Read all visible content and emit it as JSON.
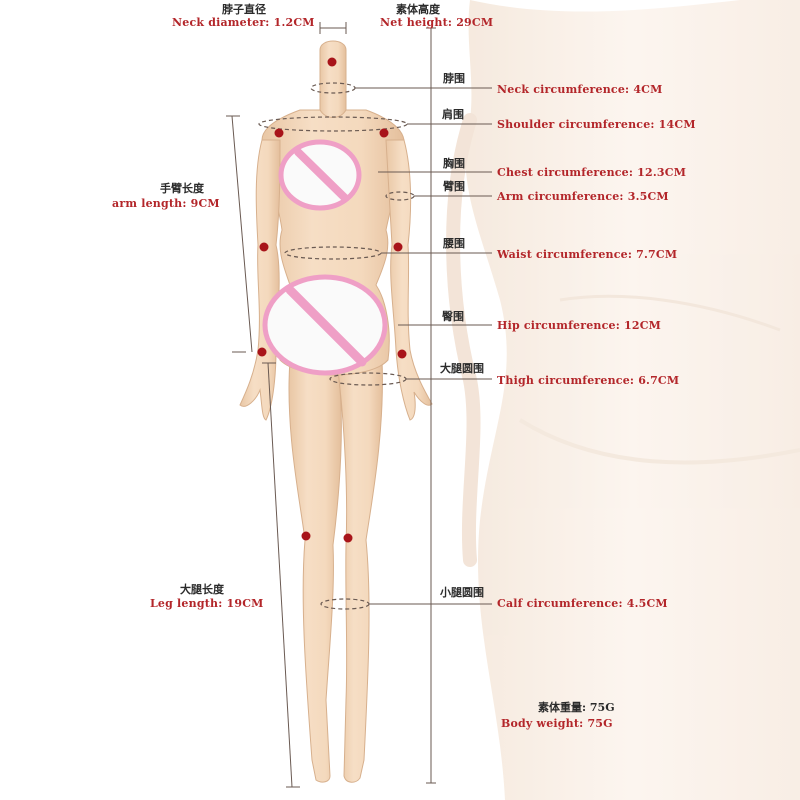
{
  "colors": {
    "label_red": "#b3262a",
    "label_dark": "#2b2b2b",
    "line": "#6a5a52",
    "joint": "#a8141a",
    "skin": "#f3d8bc",
    "skin_shade": "#e8c6a4",
    "censor_fill": "#fafafa",
    "censor_ring": "#ef9fc6",
    "background_figure": "#f7ece2"
  },
  "labels": {
    "neck_diameter_cn": "脖子直径",
    "neck_diameter": "Neck diameter: 1.2CM",
    "net_height_cn": "素体高度",
    "net_height": "Net height: 29CM",
    "neck_circ_cn": "脖围",
    "neck_circ": "Neck circumference: 4CM",
    "shoulder_circ_cn": "肩围",
    "shoulder_circ": "Shoulder circumference: 14CM",
    "chest_circ_cn": "胸围",
    "chest_circ": "Chest circumference: 12.3CM",
    "arm_circ_cn": "臂围",
    "arm_circ": "Arm circumference: 3.5CM",
    "arm_length_cn": "手臂长度",
    "arm_length": "arm length: 9CM",
    "waist_circ_cn": "腰围",
    "waist_circ": "Waist circumference: 7.7CM",
    "hip_circ_cn": "臀围",
    "hip_circ": "Hip circumference: 12CM",
    "thigh_circ_cn": "大腿圆围",
    "thigh_circ": "Thigh circumference: 6.7CM",
    "leg_length_cn": "大腿长度",
    "leg_length": "Leg length: 19CM",
    "calf_circ_cn": "小腿圆围",
    "calf_circ": "Calf circumference: 4.5CM",
    "body_weight_cn": "素体重量: 75G",
    "body_weight": "Body weight: 75G"
  }
}
